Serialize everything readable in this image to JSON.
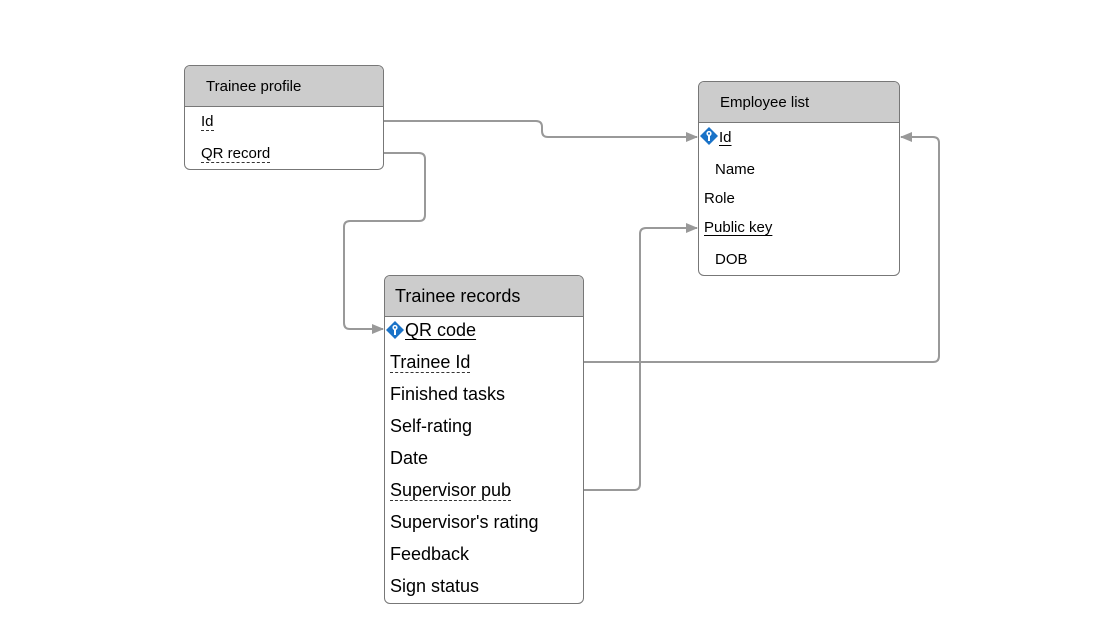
{
  "colors": {
    "header_bg": "#cccccc",
    "border": "#777777",
    "connector": "#999999",
    "key_icon": "#1a73c8"
  },
  "tables": {
    "trainee_profile": {
      "title": "Trainee profile",
      "fields": [
        "Id",
        "QR record"
      ]
    },
    "employee_list": {
      "title": "Employee list",
      "fields": [
        "Id",
        "Name",
        "Role",
        "Public key",
        "DOB"
      ]
    },
    "trainee_records": {
      "title": "Trainee records",
      "fields": [
        "QR code",
        "Trainee Id",
        "Finished tasks",
        "Self-rating",
        "Date",
        "Supervisor pub",
        "Supervisor's rating",
        "Feedback",
        "Sign status"
      ]
    }
  },
  "icons": {
    "primary_key": "key-icon"
  }
}
